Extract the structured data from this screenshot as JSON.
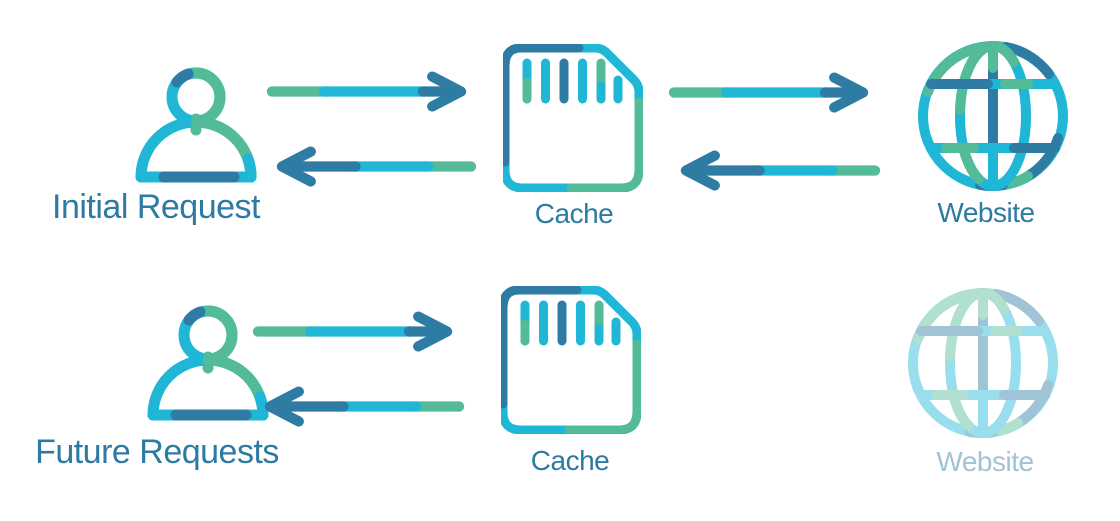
{
  "palette": {
    "cyan": "#20b7d6",
    "green": "#54bb98",
    "steel": "#2e7ca4",
    "label": "#2d7aa2",
    "background": "#ffffff",
    "faded_opacity": "0.45"
  },
  "rows": [
    {
      "user_label": "Initial Request",
      "cache_label": "Cache",
      "website_label": "Website",
      "website_faded": false,
      "has_user_cache_arrows": true,
      "has_cache_website_arrows": true
    },
    {
      "user_label": "Future Requests",
      "cache_label": "Cache",
      "website_label": "Website",
      "website_faded": true,
      "has_user_cache_arrows": true,
      "has_cache_website_arrows": false
    }
  ]
}
